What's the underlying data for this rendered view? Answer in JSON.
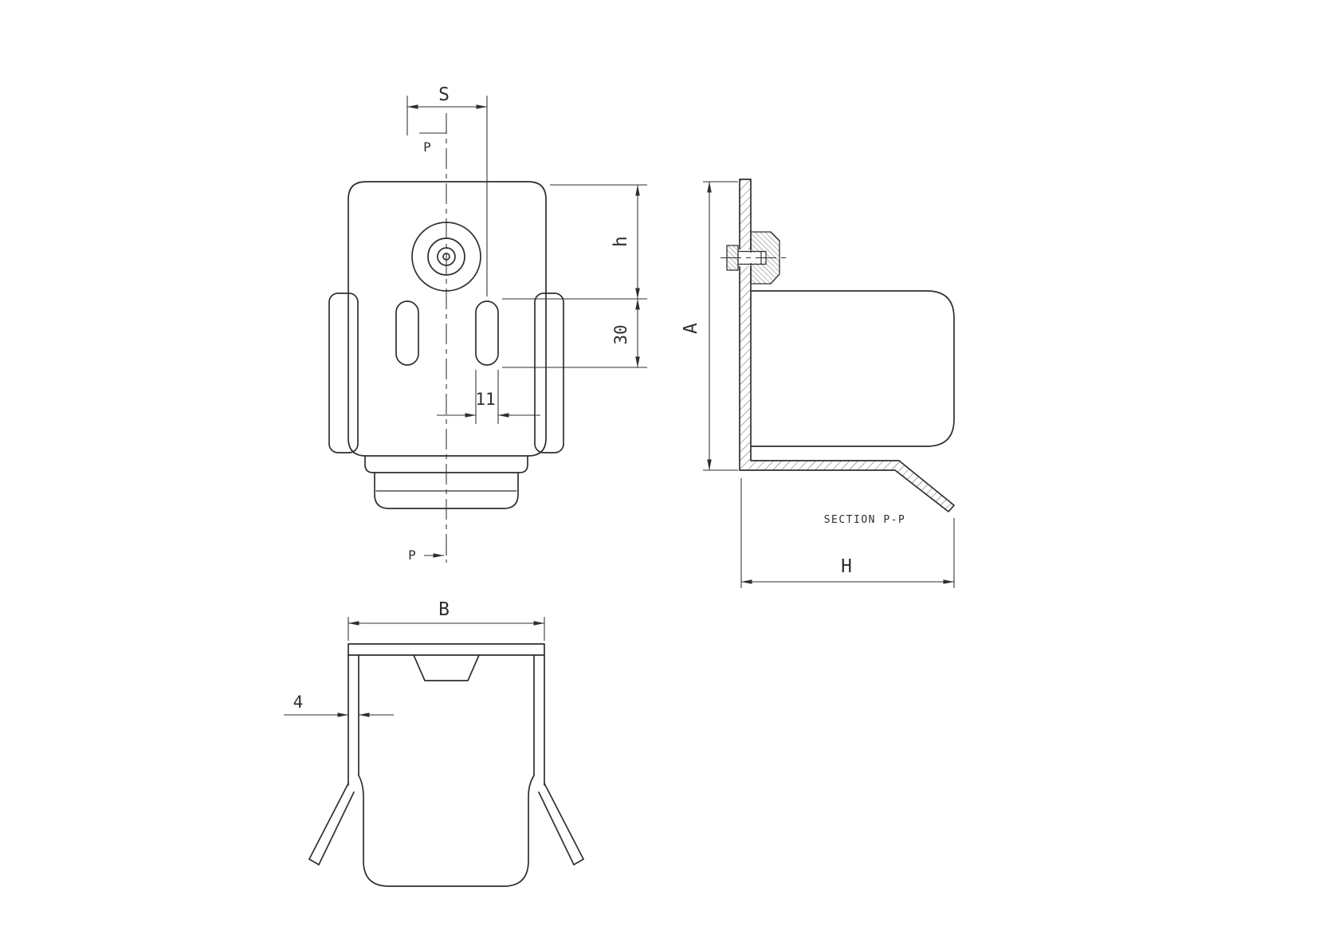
{
  "page": {
    "background": "#ffffff",
    "line_color": "#2f2f2f",
    "content": "technical-drawing-three-views-sheet-metal-clip"
  },
  "labels": {
    "front": {
      "s": "S",
      "p_top": "P",
      "p_bottom": "P",
      "h": "h",
      "d30": "30",
      "d11": "11"
    },
    "section": {
      "a": "A",
      "h_width": "H",
      "caption": "SECTION P-P"
    },
    "bottom": {
      "b": "B",
      "thickness": "4"
    }
  }
}
